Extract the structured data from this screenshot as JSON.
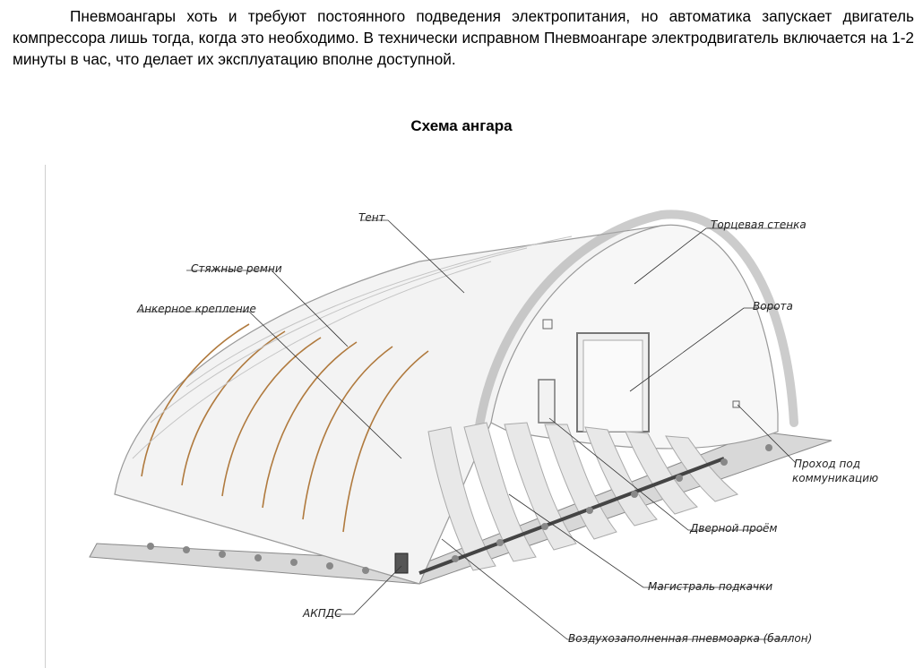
{
  "paragraph": "Пневмоангары хоть и требуют постоянного подведения электропитания, но автоматика запускает двигатель компрессора лишь тогда, когда это необходимо. В технически исправном Пневмоангаре электродвигатель включается на 1-2 минуты в час, что делает их эксплуатацию вполне доступной.",
  "caption": "Схема ангара",
  "labels": {
    "tent": "Тент",
    "end_wall": "Торцевая стенка",
    "straps": "Стяжные ремни",
    "gates": "Ворота",
    "anchor": "Анкерное крепление",
    "utility_pass_1": "Проход под",
    "utility_pass_2": "коммуникацию",
    "door": "Дверной проём",
    "inflation_main": "Магистраль подкачки",
    "akpds": "АКПДС",
    "air_arch": "Воздухозаполненная пневмоарка (баллон)"
  }
}
